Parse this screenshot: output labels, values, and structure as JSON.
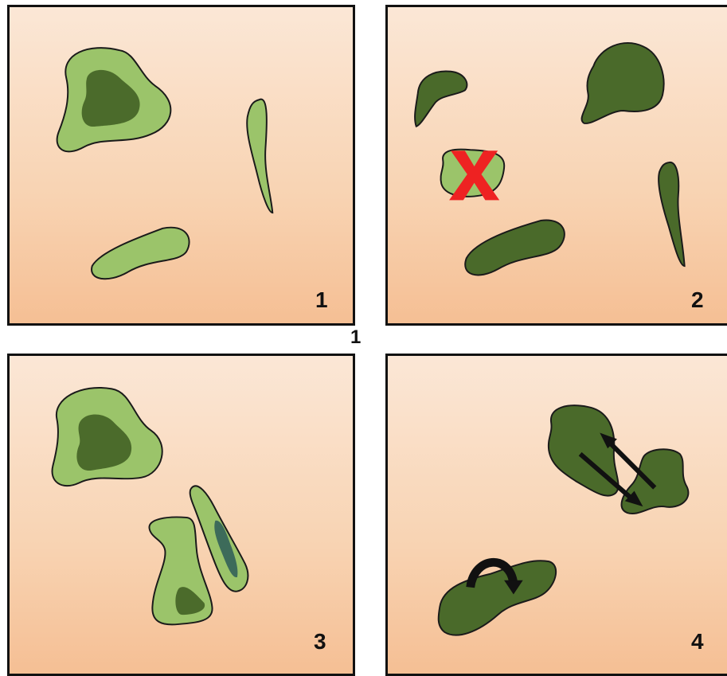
{
  "panels": [
    {
      "label": "1"
    },
    {
      "label": "2"
    },
    {
      "label": "3"
    },
    {
      "label": "4"
    }
  ],
  "stray_label": "1",
  "colors": {
    "background_top": "#fbe7d6",
    "background_bottom": "#f5bf94",
    "light_green": "#9bc46a",
    "dark_green": "#4a6a2a",
    "cross_red": "#ee2222",
    "outline": "#111111"
  },
  "icons": [
    "red-x-icon",
    "double-arrow-icon",
    "curved-arrow-icon"
  ]
}
